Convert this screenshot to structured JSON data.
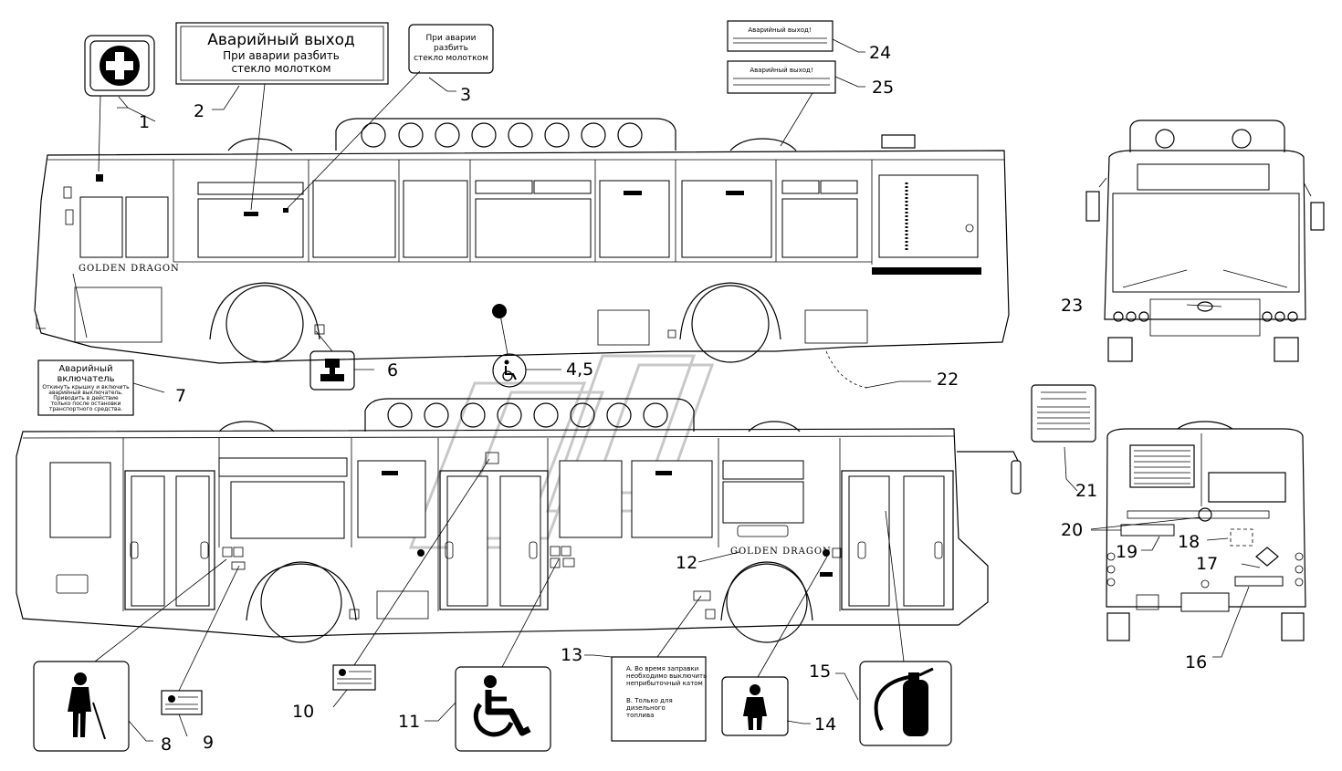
{
  "signs": {
    "emergency_exit_title": "Аварийный выход",
    "emergency_exit_line2": "При аварии разбить",
    "emergency_exit_line3": "стекло молотком",
    "small_exit_line1": "При аварии",
    "small_exit_line2": "разбить",
    "small_exit_line3": "стекло молотком",
    "roof_hatch_label": "Аварийный выход!",
    "roof_hatch2_label": "Аварийный выход!",
    "emergency_switch_line1": "Аварийный",
    "emergency_switch_line2": "включатель",
    "emergency_switch_text1": "Откинуть крышку и включить",
    "emergency_switch_text2": "аварийный выключатель.",
    "emergency_switch_text3": "Приводить в действие",
    "emergency_switch_text4": "только после остановки",
    "emergency_switch_text5": "транспортного средства.",
    "fuel_a_line1": "A. Во время заправки",
    "fuel_a_line2": "необходимо выключить",
    "fuel_a_line3": "неприбыточный катом",
    "fuel_b_line1": "B. Только для",
    "fuel_b_line2": "дизельного",
    "fuel_b_line3": "топлива",
    "brand_front": "GOLDEN DRAGON",
    "brand_side": "GOLDEN DRAGON"
  },
  "callouts": [
    "1",
    "2",
    "3",
    "4,5",
    "6",
    "7",
    "8",
    "9",
    "10",
    "11",
    "12",
    "13",
    "14",
    "15",
    "16",
    "17",
    "18",
    "19",
    "20",
    "21",
    "22",
    "23",
    "24",
    "25"
  ],
  "icons": {
    "first_aid": "cross-icon",
    "hammer": "hammer-icon",
    "wheelchair": "wheelchair-icon",
    "elderly": "elderly-person-icon",
    "child": "child-icon",
    "extinguisher": "fire-extinguisher-icon"
  }
}
